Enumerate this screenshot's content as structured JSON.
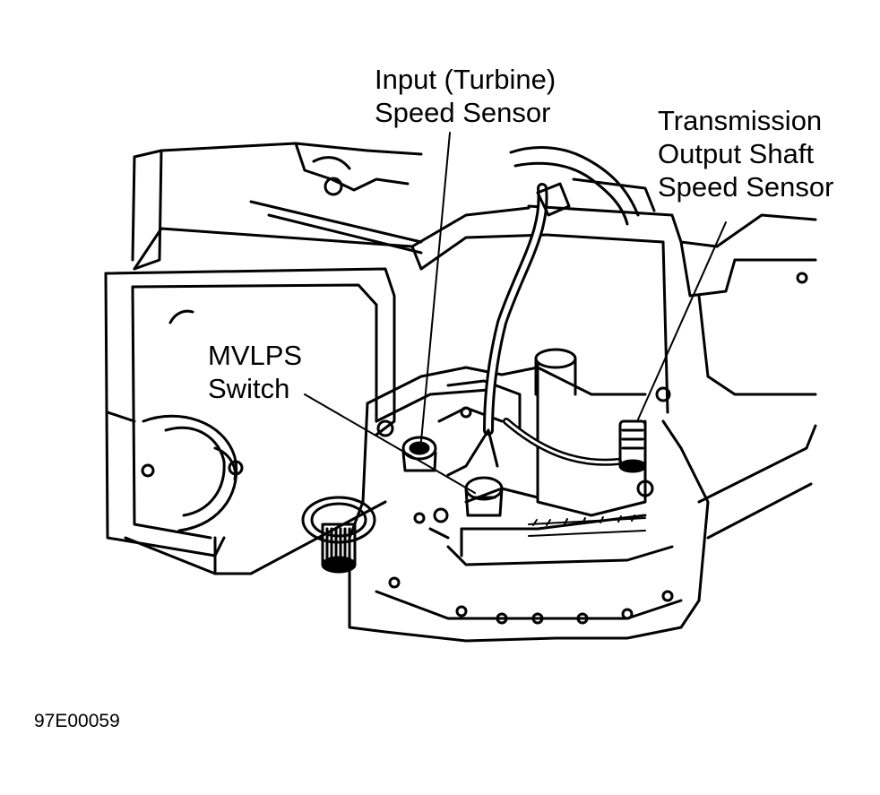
{
  "labels": {
    "input_speed_sensor": [
      "Input (Turbine)",
      "Speed Sensor"
    ],
    "output_speed_sensor": [
      "Transmission",
      "Output Shaft",
      "Speed Sensor"
    ],
    "mvlps_switch": [
      "MVLPS",
      "Switch"
    ]
  },
  "figure_id": "97E00059"
}
